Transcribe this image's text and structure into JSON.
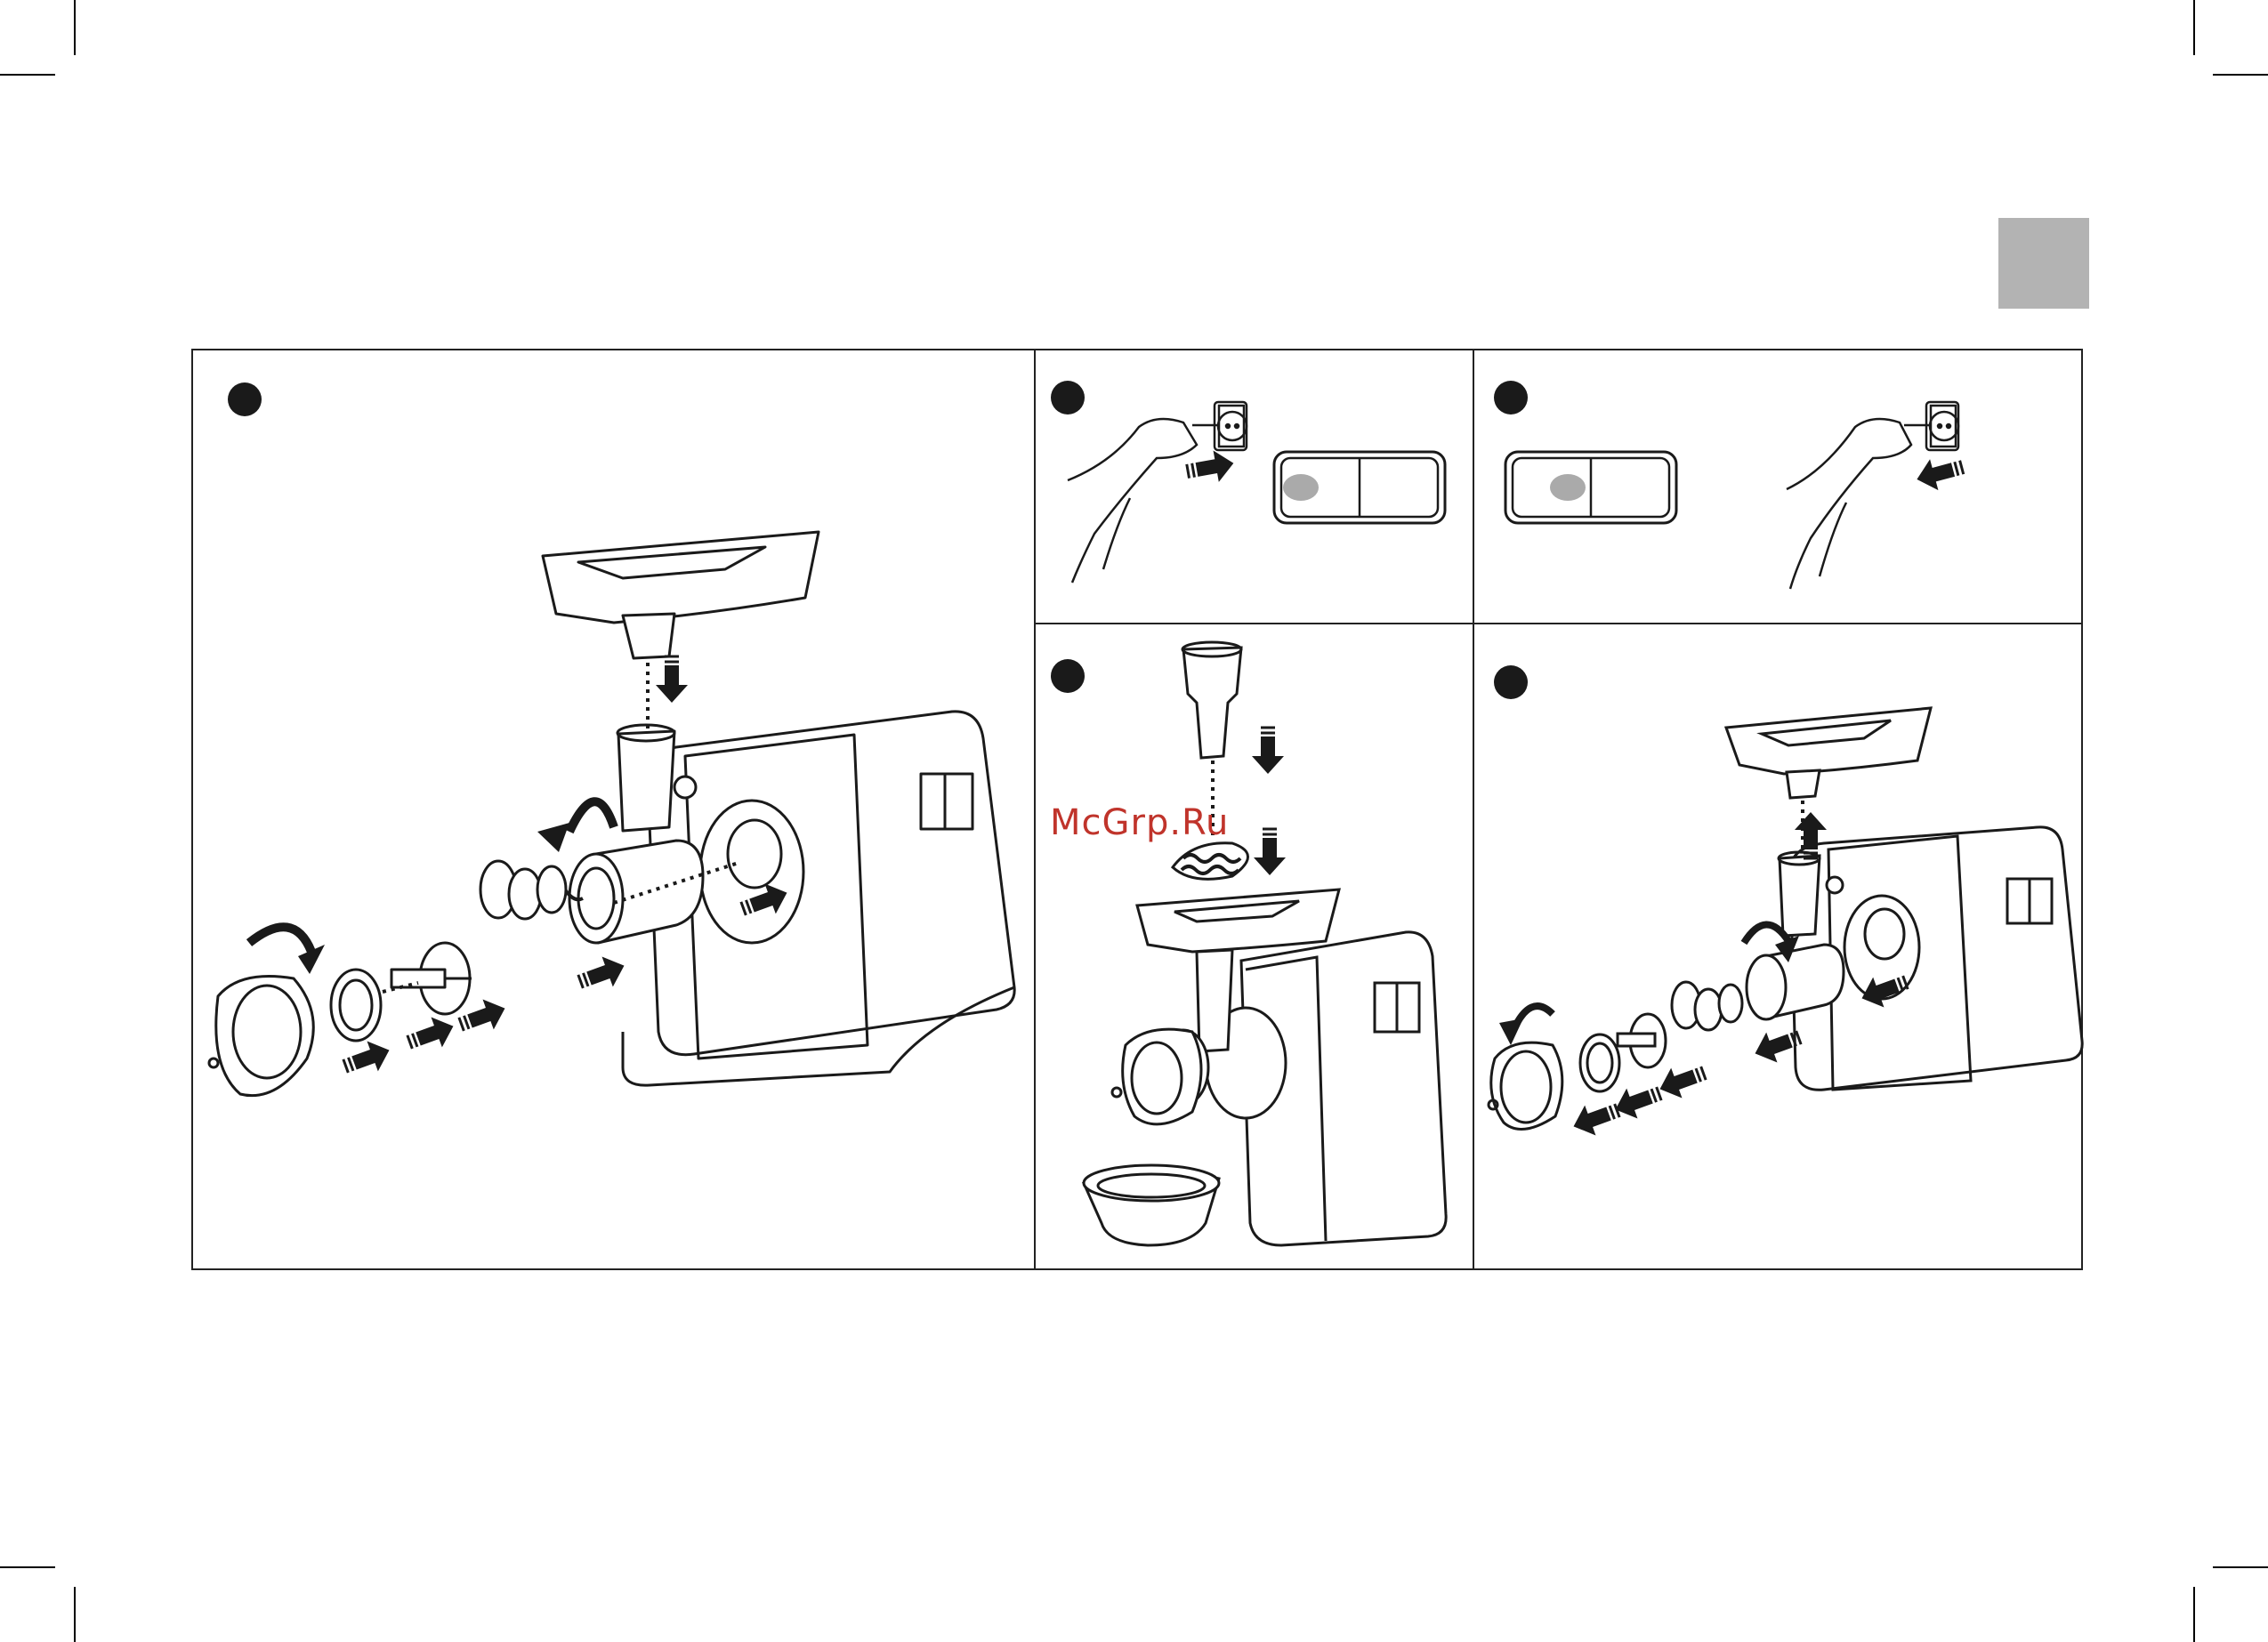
{
  "page": {
    "watermark": "McGrp.Ru",
    "tab_color": "#b3b3b3",
    "ink_color": "#1a1a1a"
  },
  "steps": [
    {
      "name": "assembly",
      "icon": "assembly-illustration"
    },
    {
      "name": "plug-in",
      "icon": "plug-in-and-switch-on-illustration"
    },
    {
      "name": "unplug",
      "icon": "switch-off-and-unplug-illustration"
    },
    {
      "name": "mincing",
      "icon": "feeding-meat-illustration"
    },
    {
      "name": "disassembly",
      "icon": "disassembly-illustration"
    }
  ]
}
